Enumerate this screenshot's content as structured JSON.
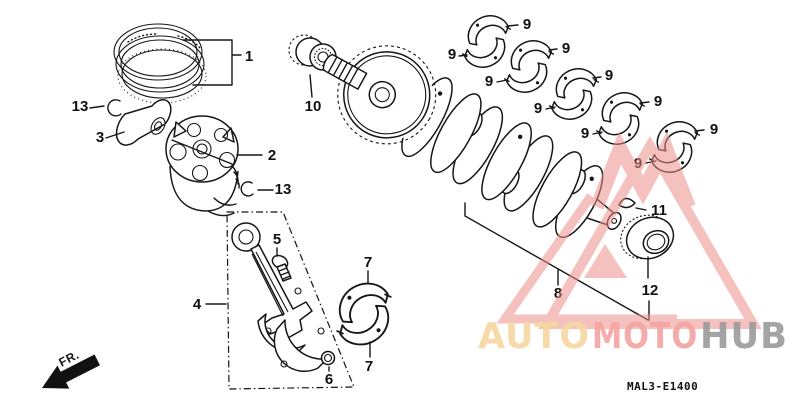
{
  "diagram_code": "MAL3-E1400",
  "front_marker": "FR.",
  "watermark": {
    "segments": [
      {
        "text": "AUTO",
        "color": "#f6d7a2"
      },
      {
        "text": "MOTO",
        "color": "#f5a5a2"
      },
      {
        "text": "HUB",
        "color": "#9d9d9d"
      }
    ],
    "logo_color": "#ee8f8c"
  },
  "callouts": [
    {
      "label": "1",
      "part": "piston-ring-set"
    },
    {
      "label": "2",
      "part": "piston"
    },
    {
      "label": "3",
      "part": "piston-pin"
    },
    {
      "label": "4",
      "part": "connecting-rod"
    },
    {
      "label": "5",
      "part": "rod-bolt"
    },
    {
      "label": "6",
      "part": "rod-nut"
    },
    {
      "label": "7",
      "part": "rod-bearing-upper"
    },
    {
      "label": "7",
      "part": "rod-bearing-lower"
    },
    {
      "label": "8",
      "part": "crankshaft"
    },
    {
      "label": "9",
      "part": "main-bearing"
    },
    {
      "label": "9",
      "part": "main-bearing"
    },
    {
      "label": "9",
      "part": "main-bearing"
    },
    {
      "label": "9",
      "part": "main-bearing"
    },
    {
      "label": "9",
      "part": "main-bearing"
    },
    {
      "label": "9",
      "part": "main-bearing"
    },
    {
      "label": "9",
      "part": "main-bearing"
    },
    {
      "label": "9",
      "part": "main-bearing"
    },
    {
      "label": "9",
      "part": "main-bearing"
    },
    {
      "label": "9",
      "part": "main-bearing"
    },
    {
      "label": "10",
      "part": "drive-gear"
    },
    {
      "label": "11",
      "part": "woodruff-key"
    },
    {
      "label": "12",
      "part": "timing-sprocket"
    },
    {
      "label": "13",
      "part": "pin-circlip"
    },
    {
      "label": "13",
      "part": "pin-circlip"
    }
  ]
}
